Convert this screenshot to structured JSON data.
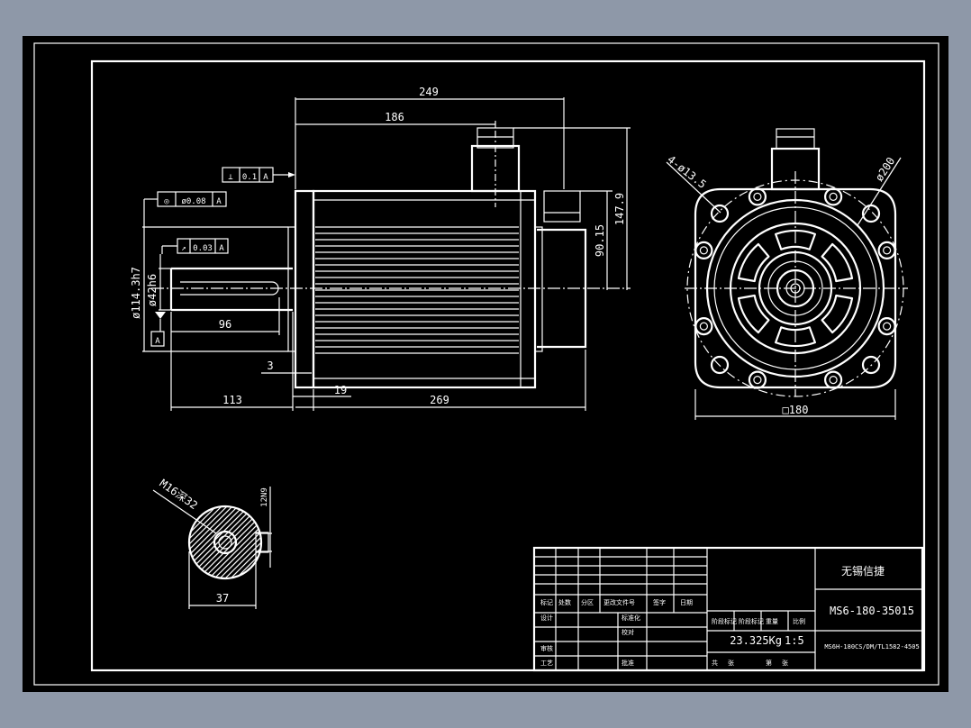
{
  "drawing": {
    "dims": {
      "d249": "249",
      "d186": "186",
      "d147_9": "147.9",
      "d90_15": "90.15",
      "d96": "96",
      "d3": "3",
      "d113": "113",
      "d19": "19",
      "d269": "269",
      "d114": "ø114.3h7",
      "d42": "ø42h6",
      "d135": "4-ø13.5",
      "d200": "ø200",
      "d180": "□180",
      "d37": "37",
      "dm16": "M16深32",
      "d12": "12N9"
    },
    "tolerances": {
      "perp_sym": "⊥",
      "perp_val": "0.1",
      "perp_ref": "A",
      "conc_sym": "◎",
      "conc_val": "ø0.08",
      "conc_ref": "A",
      "run_sym": "↗",
      "run_val": "0.03",
      "run_ref": "A",
      "datum": "A"
    }
  },
  "title_block": {
    "company": "无锡信捷",
    "model": "MS6-180-35015",
    "part_no": "MS6H-180CS/DM/TL1582-4505",
    "weight": "23.325Kg",
    "scale": "1:5",
    "h_mark": "标记",
    "h_count": "处数",
    "h_zone": "分区",
    "h_doc": "更改文件号",
    "h_sign": "签字",
    "h_date": "日期",
    "r_design": "设计",
    "r_std": "标准化",
    "r_proof": "校对",
    "r_review": "审核",
    "r_process": "工艺",
    "r_approve": "批准",
    "c_stage": "阶段标记",
    "c_stage2": "阶段标记",
    "c_weight": "重量",
    "c_scale": "比例",
    "f_total": "共",
    "f_sheet": "张",
    "f_no": "第",
    "f_sheet2": "张"
  }
}
